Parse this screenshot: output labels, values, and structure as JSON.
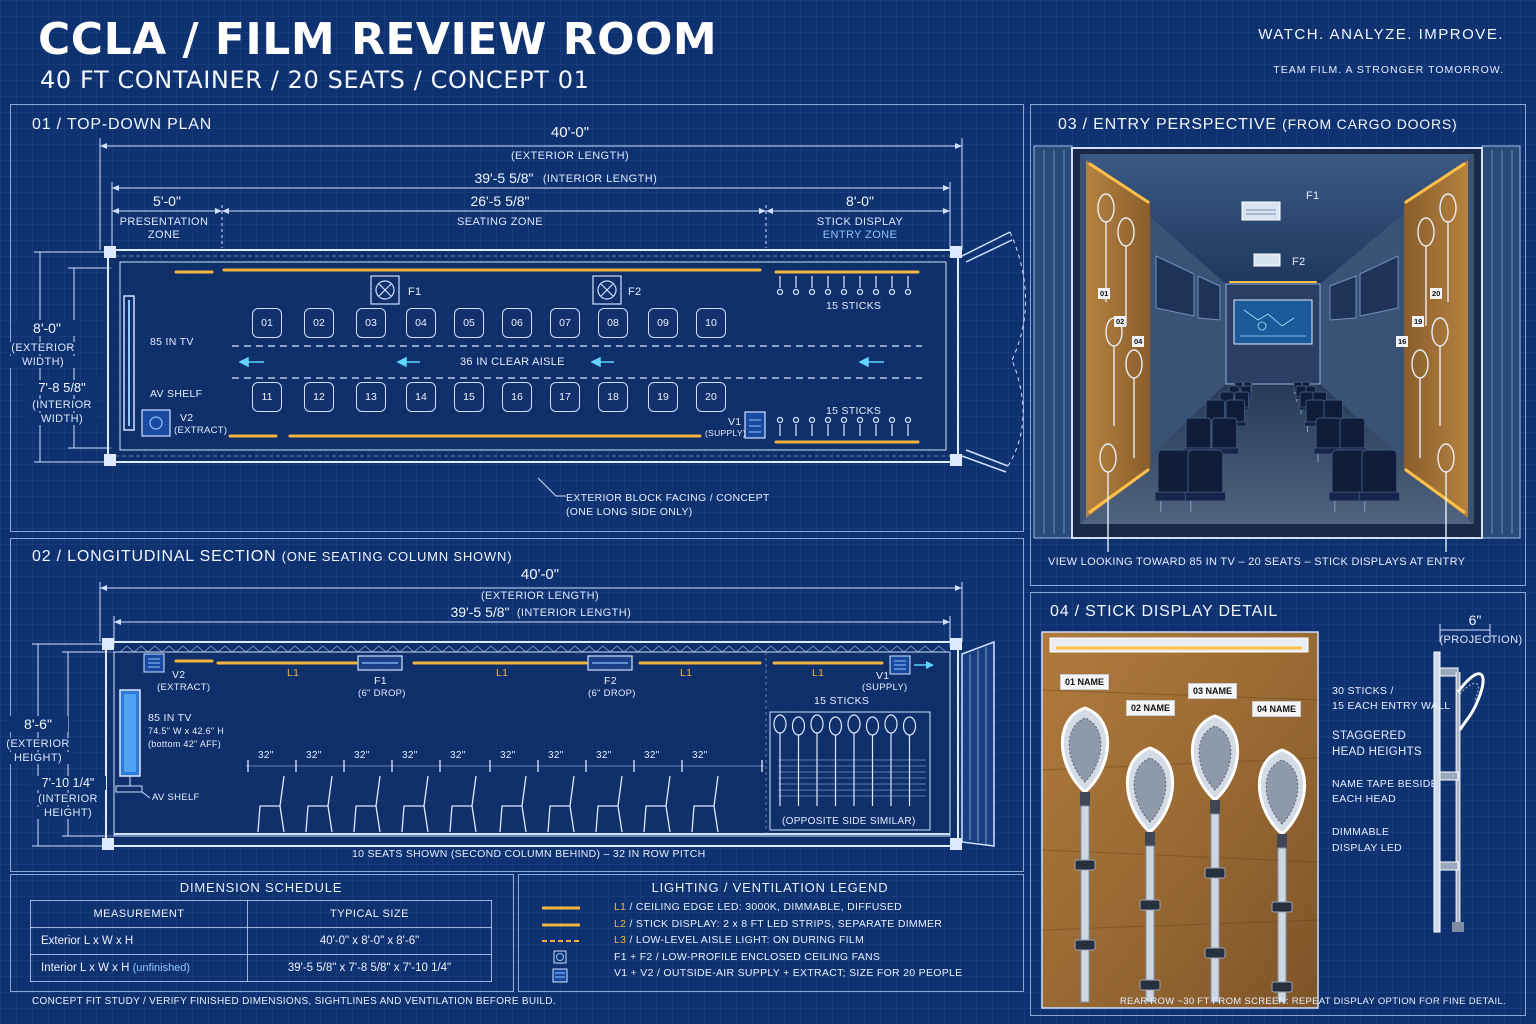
{
  "header": {
    "title": "CCLA / FILM REVIEW ROOM",
    "subtitle": "40 FT CONTAINER / 20 SEATS / CONCEPT 01",
    "tagline": "WATCH. ANALYZE. IMPROVE.",
    "subtagline": "TEAM FILM. A STRONGER TOMORROW."
  },
  "plan": {
    "heading": "01 / TOP-DOWN PLAN",
    "ext_length": "40'-0\"",
    "ext_length_label": "(EXTERIOR LENGTH)",
    "int_length": "39'-5 5/8\"",
    "int_length_label": "(INTERIOR LENGTH)",
    "zone1_dim": "5'-0\"",
    "zone1_label_a": "PRESENTATION",
    "zone1_label_b": "ZONE",
    "zone2_dim": "26'-5 5/8\"",
    "zone2_label": "SEATING ZONE",
    "zone3_dim": "8'-0\"",
    "zone3_label_a": "STICK DISPLAY",
    "zone3_label_b": "ENTRY ZONE",
    "ext_width": "8'-0\"",
    "ext_width_label_a": "(EXTERIOR",
    "ext_width_label_b": "WIDTH)",
    "int_width": "7'-8 5/8\"",
    "int_width_label_a": "(INTERIOR",
    "int_width_label_b": "WIDTH)",
    "tv_label": "85 IN TV",
    "av_label": "AV SHELF",
    "v2_label": "V2",
    "v2_sub": "(EXTRACT)",
    "v1_label": "V1",
    "v1_sub": "(SUPPLY)",
    "f1_label": "F1",
    "f2_label": "F2",
    "aisle_label": "36 IN CLEAR AISLE",
    "sticks_top": "15 STICKS",
    "sticks_bottom": "15 STICKS",
    "seats_row1": [
      "01",
      "02",
      "03",
      "04",
      "05",
      "06",
      "07",
      "08",
      "09",
      "10"
    ],
    "seats_row2": [
      "11",
      "12",
      "13",
      "14",
      "15",
      "16",
      "17",
      "18",
      "19",
      "20"
    ],
    "facing_note_a": "EXTERIOR BLOCK FACING / CONCEPT",
    "facing_note_b": "(ONE LONG SIDE ONLY)"
  },
  "section": {
    "heading": "02 / LONGITUDINAL SECTION",
    "heading_sub": "(ONE SEATING COLUMN SHOWN)",
    "ext_length": "40'-0\"",
    "ext_length_label": "(EXTERIOR LENGTH)",
    "int_length": "39'-5 5/8\"",
    "int_length_label": "(INTERIOR LENGTH)",
    "ext_height": "8'-6\"",
    "ext_height_label_a": "(EXTERIOR",
    "ext_height_label_b": "HEIGHT)",
    "int_height": "7'-10 1/4\"",
    "int_height_label_a": "(INTERIOR",
    "int_height_label_b": "HEIGHT)",
    "v2_label": "V2",
    "v2_sub": "(EXTRACT)",
    "v1_label": "V1",
    "v1_sub": "(SUPPLY)",
    "l1_label": "L1",
    "f1_label": "F1",
    "f1_sub": "(6\" DROP)",
    "f2_label": "F2",
    "f2_sub": "(6\" DROP)",
    "tv_label": "85 IN TV",
    "tv_size": "74.5\" W x 42.6\" H",
    "tv_mount": "(bottom 42\" AFF)",
    "av_label": "AV SHELF",
    "pitch_label": "32\"",
    "sticks_label": "15 STICKS",
    "opposite_label": "(OPPOSITE SIDE SIMILAR)",
    "footnote": "10 SEATS SHOWN (SECOND COLUMN BEHIND) – 32 IN ROW PITCH"
  },
  "perspective": {
    "heading": "03 / ENTRY PERSPECTIVE",
    "heading_sub": "(FROM CARGO DOORS)",
    "f1_label": "F1",
    "f2_label": "F2",
    "tags_left": [
      "01",
      "02",
      "04"
    ],
    "tags_right": [
      "20",
      "19",
      "16"
    ],
    "caption": "VIEW LOOKING TOWARD 85 IN TV – 20 SEATS – STICK DISPLAYS AT ENTRY"
  },
  "stick_detail": {
    "heading": "04 / STICK DISPLAY DETAIL",
    "name_tags": [
      "01 NAME",
      "02 NAME",
      "03 NAME",
      "04 NAME"
    ],
    "projection_dim": "6\"",
    "projection_label": "(PROJECTION)",
    "note1_a": "30 STICKS /",
    "note1_b": "15 EACH ENTRY WALL",
    "note2_a": "STAGGERED",
    "note2_b": "HEAD HEIGHTS",
    "note3_a": "NAME TAPE BESIDE",
    "note3_b": "EACH HEAD",
    "note4_a": "DIMMABLE",
    "note4_b": "DISPLAY LED"
  },
  "schedule": {
    "heading": "DIMENSION SCHEDULE",
    "col1": "MEASUREMENT",
    "col2": "TYPICAL SIZE",
    "row1_label": "Exterior L x W x H",
    "row1_value": "40'-0\" x 8'-0\" x 8'-6\"",
    "row2_label": "Interior L x W x H",
    "row2_qualifier": "(unfinished)",
    "row2_value": "39'-5 5/8\" x 7'-8 5/8\" x 7'-10 1/4\""
  },
  "legend": {
    "heading": "LIGHTING / VENTILATION LEGEND",
    "items": [
      {
        "code": "L1",
        "text": " / CEILING EDGE LED: 3000K, DIMMABLE, DIFFUSED"
      },
      {
        "code": "L2",
        "text": " / STICK DISPLAY: 2 x 8 FT LED STRIPS, SEPARATE DIMMER"
      },
      {
        "code": "L3",
        "text": " / LOW-LEVEL AISLE LIGHT: ON DURING FILM"
      },
      {
        "code": "F1 + F2",
        "text": " / LOW-PROFILE ENCLOSED CEILING FANS"
      },
      {
        "code": "V1 + V2",
        "text": " / OUTSIDE-AIR SUPPLY + EXTRACT; SIZE FOR 20 PEOPLE"
      }
    ]
  },
  "footer": {
    "left": "CONCEPT FIT STUDY / VERIFY FINISHED DIMENSIONS, SIGHTLINES AND VENTILATION BEFORE BUILD.",
    "right": "REAR ROW ~30 FT FROM SCREEN: REPEAT DISPLAY OPTION FOR FINE DETAIL."
  },
  "colors": {
    "background": "#0e3270",
    "line": "#cfe0ff",
    "led": "#f3b33c",
    "accent": "#8fc4ff",
    "wood": "#9a6a34"
  }
}
